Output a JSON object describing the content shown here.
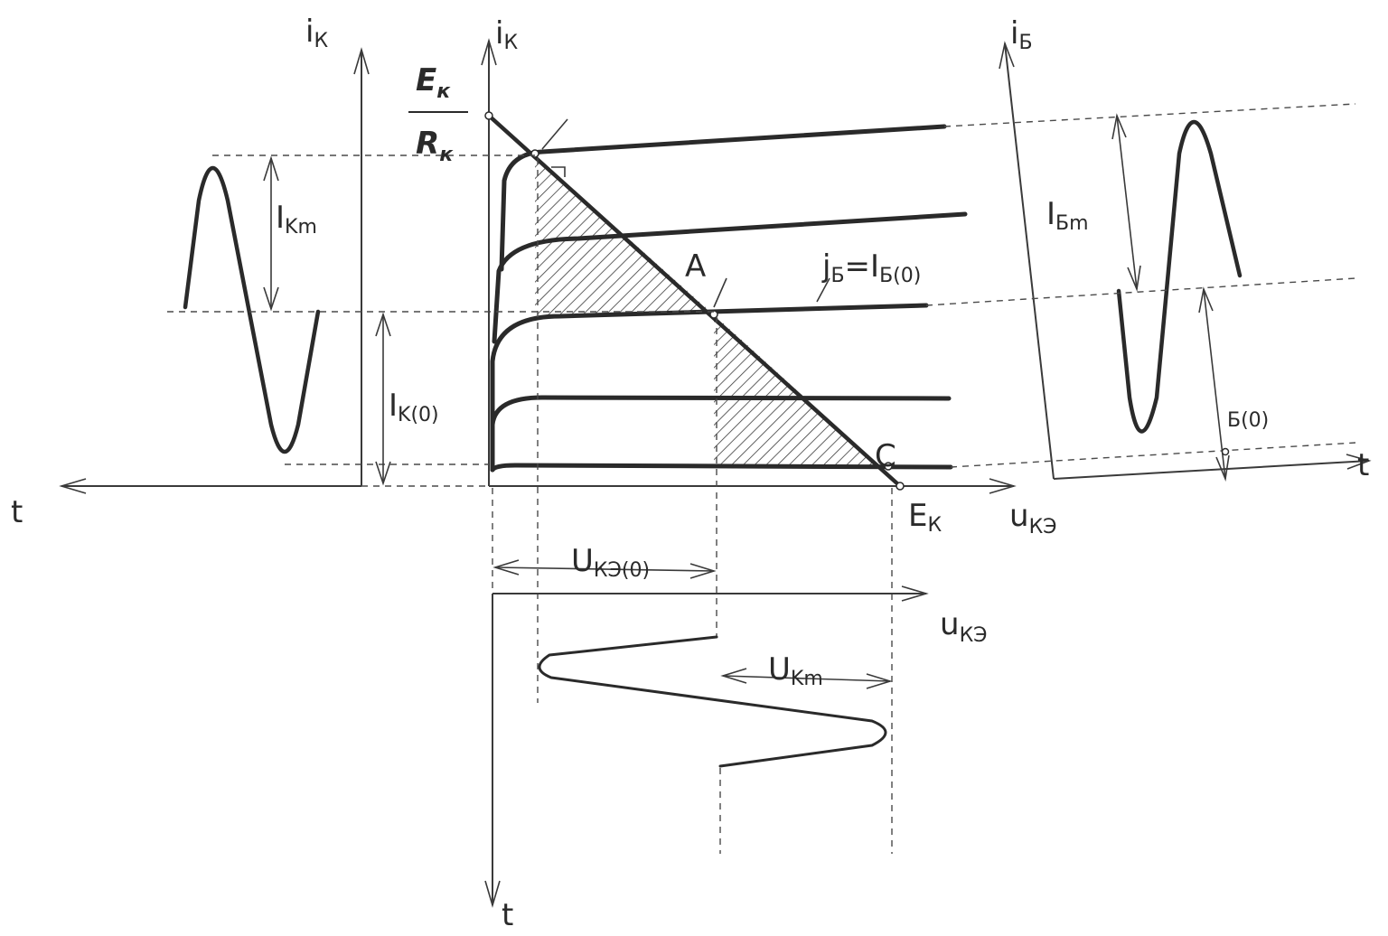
{
  "labels": {
    "ik_left": "i",
    "ik_left_sub": "К",
    "ik_center": "i",
    "ik_center_sub": "К",
    "ib_right": "i",
    "ib_right_sub": "Б",
    "ek_num": "E",
    "ek_num_sub": "к",
    "rk_den": "R",
    "rk_den_sub": "к",
    "ikm": "I",
    "ikm_sub": "Km",
    "ik0": "I",
    "ik0_sub": "K(0)",
    "t_left": "t",
    "t_right": "t",
    "t_bottom": "t",
    "point_a": "A",
    "point_c": "C",
    "ib_eq_a": "j",
    "ib_eq_sub1": "Б",
    "ib_eq_mid": "=I",
    "ib_eq_sub2": "Б(0)",
    "ibm": "I",
    "ibm_sub": "Бm",
    "ib0": "Б(0)",
    "ek_axis": "E",
    "ek_axis_sub": "К",
    "uke_axis": "u",
    "uke_axis_sub": "КЭ",
    "uke0": "U",
    "uke0_sub": "КЭ(0)",
    "uke_axis2": "u",
    "uke_axis2_sub": "КЭ",
    "ukm": "U",
    "ukm_sub": "Km"
  },
  "colors": {
    "ink": "#2a2a2a",
    "hatch": "#3a3a3a"
  }
}
